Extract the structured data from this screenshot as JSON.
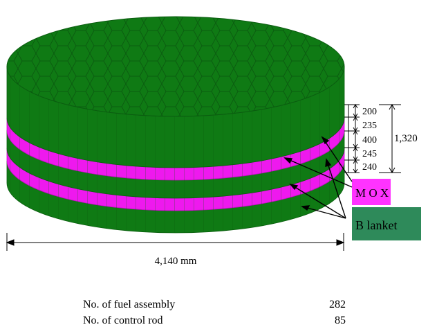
{
  "diagram": {
    "layer_heights": [
      "200",
      "235",
      "400",
      "245",
      "240"
    ],
    "total_height": "1,320",
    "diameter": "4,140 mm",
    "mox_label": "M O X",
    "blanket_label": "B lanket",
    "colors": {
      "blanket": "#0f7a14",
      "blanket_dark": "#0a5e0e",
      "mox": "#ee19ee",
      "mox_dark": "#c010c0",
      "hex_line": "#0b5d10",
      "mox_box": "#ff33ff",
      "blanket_box": "#2e8a5a"
    }
  },
  "stats": [
    {
      "label": "No. of fuel assembly",
      "value": "282"
    },
    {
      "label": "No. of control rod",
      "value": "85"
    }
  ]
}
